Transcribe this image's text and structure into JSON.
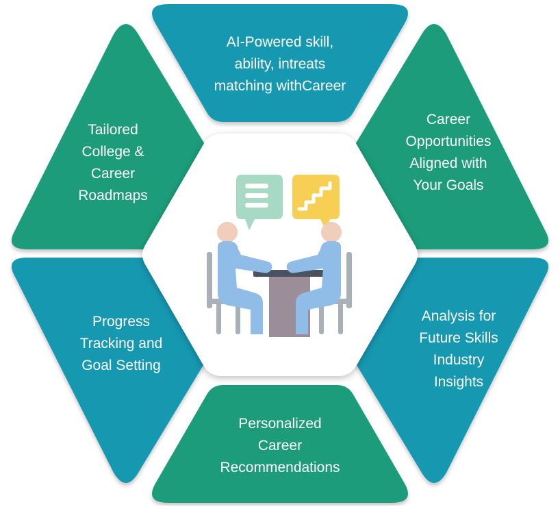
{
  "colors": {
    "teal": "#1298b1",
    "green": "#1a9c7a",
    "center_fill": "#ffffff",
    "table_top": "#4a5160",
    "table_leg": "#9b8e98",
    "body_blue": "#8fbde8",
    "skin": "#f1cdbb",
    "bubble_green": "#a8d9c4",
    "bubble_yellow": "#f7cf55",
    "chair_grey": "#a9b0b7"
  },
  "segments": [
    {
      "id": "top",
      "color_key": "teal",
      "lines": [
        "AI-Powered skill,",
        "ability, intreats",
        "matching withCareer"
      ]
    },
    {
      "id": "upper-right",
      "color_key": "green",
      "lines": [
        "Career",
        "Opportunities",
        "Aligned with",
        "Your Goals"
      ]
    },
    {
      "id": "lower-right",
      "color_key": "teal",
      "lines": [
        "Analysis for",
        "Future Skills",
        "Industry",
        "Insights"
      ]
    },
    {
      "id": "bottom",
      "color_key": "green",
      "lines": [
        "Personalized",
        "Career",
        "Recommendations"
      ]
    },
    {
      "id": "lower-left",
      "color_key": "teal",
      "lines": [
        "Progress",
        "Tracking and",
        "Goal Setting"
      ]
    },
    {
      "id": "upper-left",
      "color_key": "green",
      "lines": [
        "Tailored",
        "College &",
        "Career",
        "Roadmaps"
      ]
    }
  ],
  "center_icon": "career-counseling-meeting-icon"
}
